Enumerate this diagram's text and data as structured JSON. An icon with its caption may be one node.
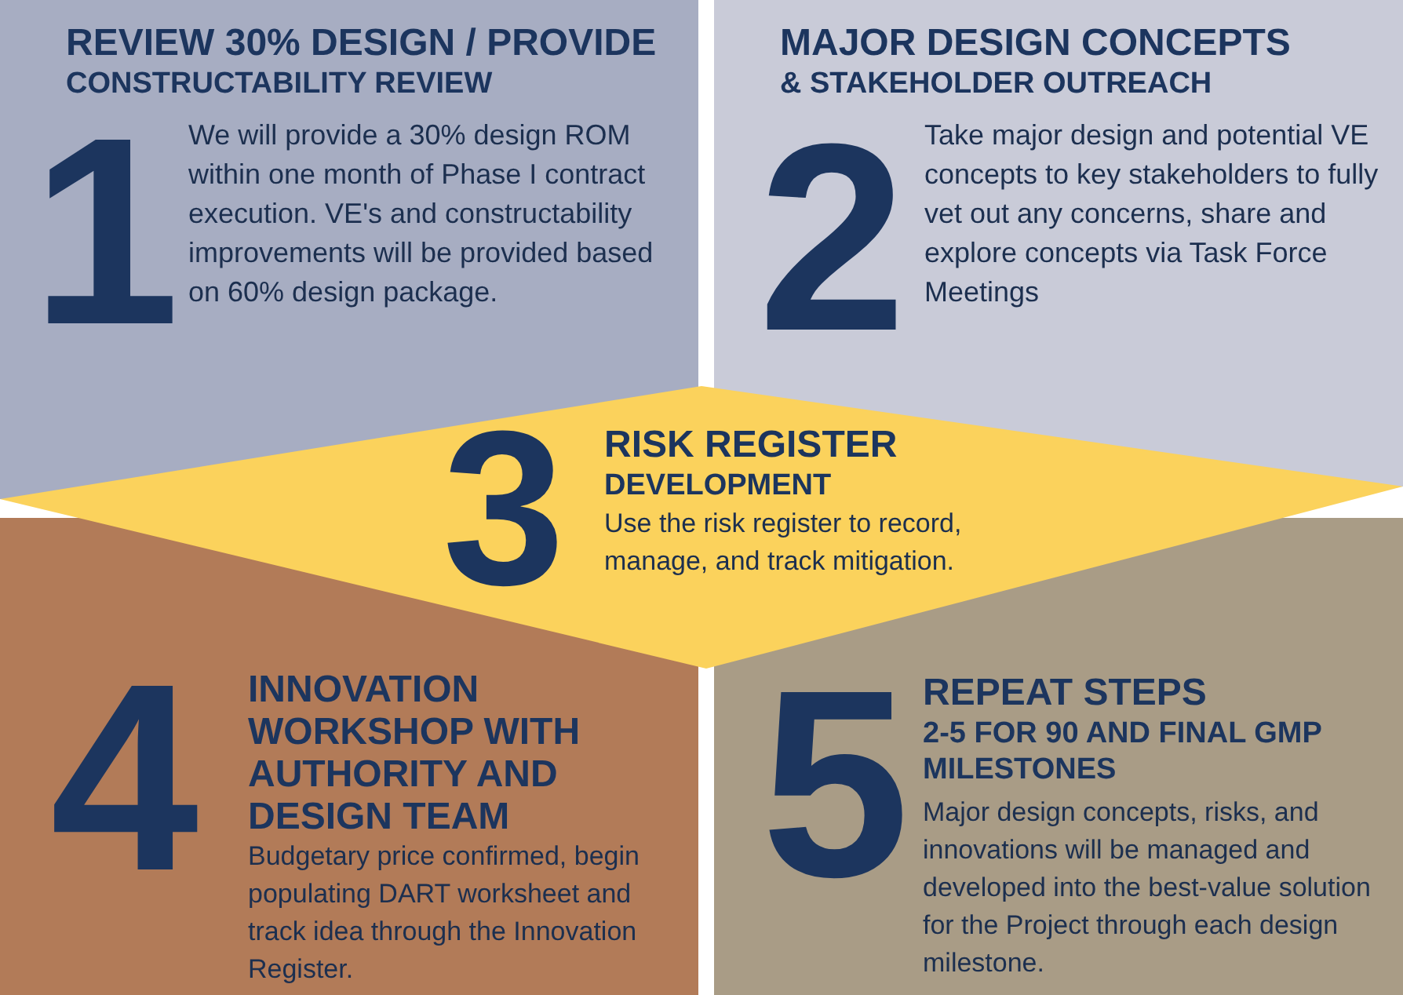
{
  "diagram": {
    "nodes": [
      {
        "text": [
          "REVIEW 30% DESIGN / PROVIDE",
          "CONSTRUCTABILITY REVIEW",
          "1",
          "We will provide a 30% design ROM within one month of Phase I contract execution.  VE's and constructability improvements will be provided based on 60% design package."
        ]
      },
      {
        "text": [
          "MAJOR DESIGN CONCEPTS",
          "& STAKEHOLDER OUTREACH",
          "2",
          "Take major design and potential VE concepts to key stakeholders to fully vet out any concerns, share and explore concepts via Task Force Meetings"
        ]
      },
      {
        "text": [
          "3",
          "RISK REGISTER",
          "DEVELOPMENT",
          "Use the risk register to record, manage, and track mitigation."
        ]
      },
      {
        "text": [
          "4",
          "INNOVATION WORKSHOP WITH AUTHORITY AND DESIGN TEAM",
          "Budgetary price confirmed, begin populating DART worksheet and track idea through the Innovation Register."
        ]
      },
      {
        "text": [
          "5",
          "REPEAT STEPS",
          "2-5 FOR 90 AND FINAL GMP MILESTONES",
          "Major design concepts, risks, and innovations will be managed and developed into the best-value solution for  the Project through each design milestone."
        ]
      }
    ],
    "edges": []
  }
}
